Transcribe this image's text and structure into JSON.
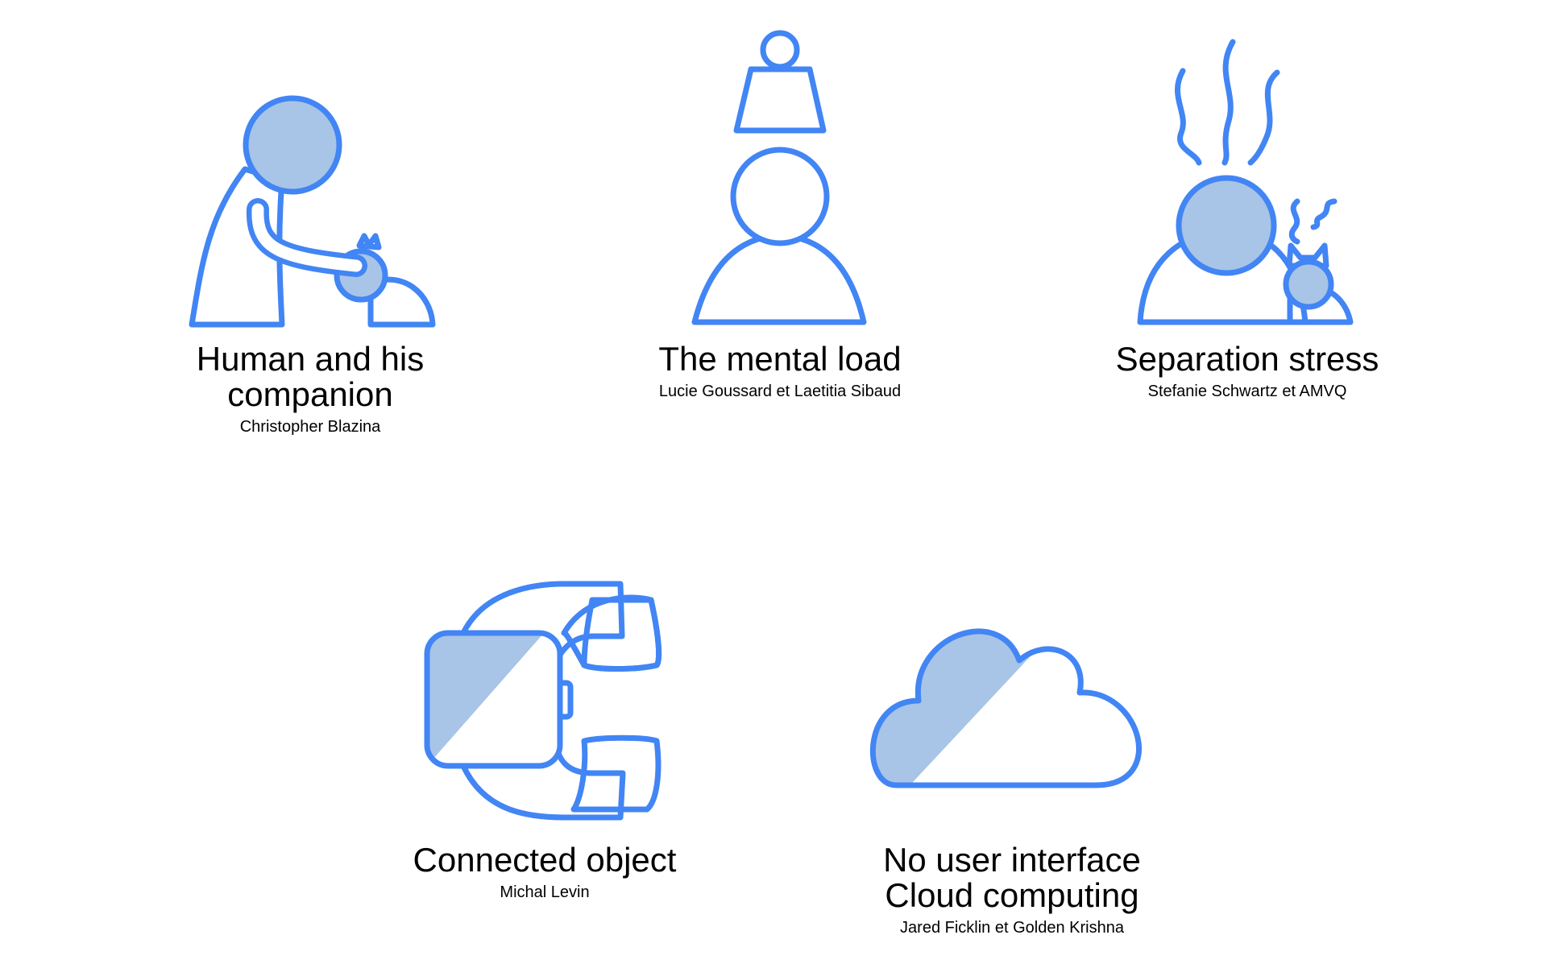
{
  "colors": {
    "stroke": "#4285f4",
    "fill": "#a8c4e6",
    "background": "#ffffff"
  },
  "cards": [
    {
      "icon": "person-petting-cat-icon",
      "title": "Human and his\ncompanion",
      "author": "Christopher Blazina"
    },
    {
      "icon": "weight-over-head-icon",
      "title": "The mental load",
      "author": "Lucie Goussard et Laetitia Sibaud"
    },
    {
      "icon": "steaming-head-with-cat-icon",
      "title": "Separation stress",
      "author": "Stefanie Schwartz et AMVQ"
    },
    {
      "icon": "smartwatch-icon",
      "title": "Connected object",
      "author": "Michal Levin"
    },
    {
      "icon": "cloud-icon",
      "title": "No user interface\nCloud computing",
      "author": "Jared Ficklin et Golden Krishna"
    }
  ]
}
